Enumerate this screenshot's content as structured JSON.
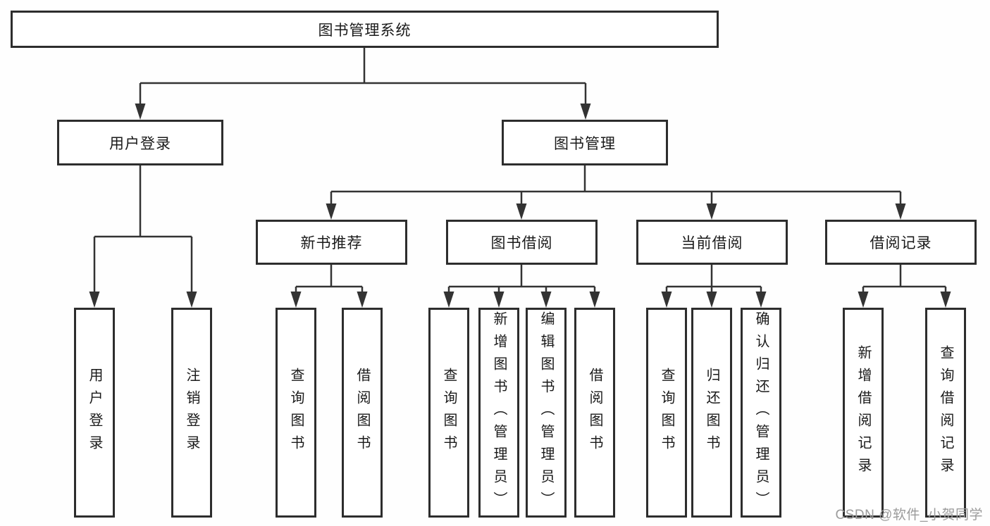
{
  "title": "图书管理系统",
  "tree": {
    "root": {
      "label": "图书管理系统"
    },
    "branches": [
      {
        "id": "user-login",
        "label": "用户登录",
        "children": [
          "用户登录",
          "注销登录"
        ]
      },
      {
        "id": "book-management",
        "label": "图书管理",
        "sections": [
          {
            "id": "new-book-recommend",
            "label": "新书推荐",
            "children": [
              "查询图书",
              "借阅图书"
            ]
          },
          {
            "id": "book-borrowing",
            "label": "图书借阅",
            "children": [
              "查询图书",
              "新增图书（管理员）",
              "编辑图书（管理员）",
              "借阅图书"
            ]
          },
          {
            "id": "current-borrowing",
            "label": "当前借阅",
            "children": [
              "查询图书",
              "归还图书",
              "确认归还（管理员）"
            ]
          },
          {
            "id": "borrowing-records",
            "label": "借阅记录",
            "children": [
              "新增借阅记录",
              "查询借阅记录"
            ]
          }
        ]
      }
    ]
  },
  "colors": {
    "line": "#333333",
    "border": "#2d2d2d",
    "text": "#1a1a1a",
    "watermark_color": "#9b9b9b"
  },
  "watermark": "CSDN @软件_小贺同学"
}
